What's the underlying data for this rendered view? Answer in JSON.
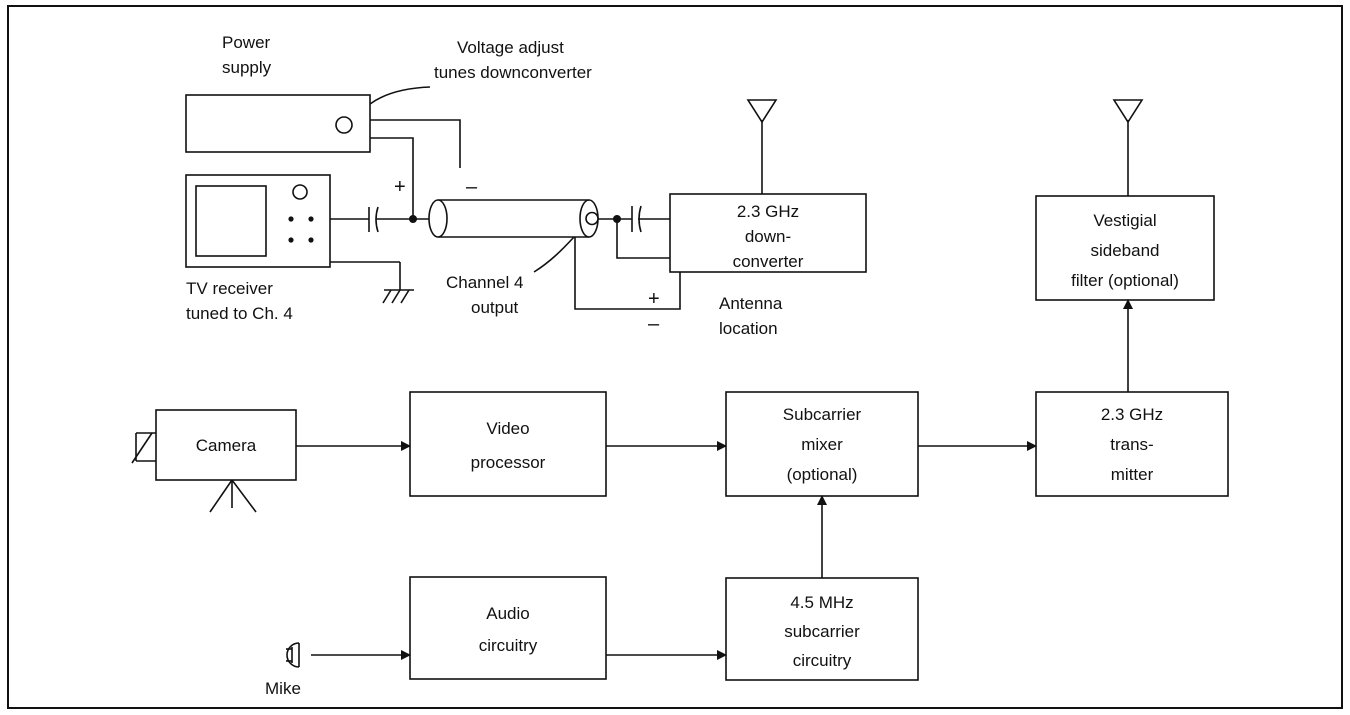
{
  "labels": {
    "power_supply": [
      "Power",
      "supply"
    ],
    "voltage_adjust": [
      "Voltage adjust",
      "tunes downconverter"
    ],
    "tv_receiver": [
      "TV receiver",
      "tuned to Ch. 4"
    ],
    "channel4_output": [
      "Channel 4",
      "output"
    ],
    "antenna_location": [
      "Antenna",
      "location"
    ],
    "plus_top": "+",
    "minus_top": "–",
    "plus_bottom": "+",
    "minus_bottom": "–"
  },
  "blocks": {
    "downconverter": [
      "2.3 GHz",
      "down-",
      "converter"
    ],
    "vsb_filter": [
      "Vestigial",
      "sideband",
      "filter  (optional)"
    ],
    "camera": [
      "Camera"
    ],
    "video_processor": [
      "Video",
      "processor"
    ],
    "subcarrier_mixer": [
      "Subcarrier",
      "mixer",
      "(optional)"
    ],
    "transmitter": [
      "2.3 GHz",
      "trans-",
      "mitter"
    ],
    "audio_circuitry": [
      "Audio",
      "circuitry"
    ],
    "subcarrier_circuitry": [
      "4.5 MHz",
      "subcarrier",
      "circuitry"
    ],
    "mike": [
      "Mike"
    ]
  },
  "icons": [
    "antenna-icon",
    "ground-icon",
    "tripod-icon",
    "microphone-icon",
    "capacitor-icon",
    "coax-cable-icon",
    "arrow-icon"
  ]
}
